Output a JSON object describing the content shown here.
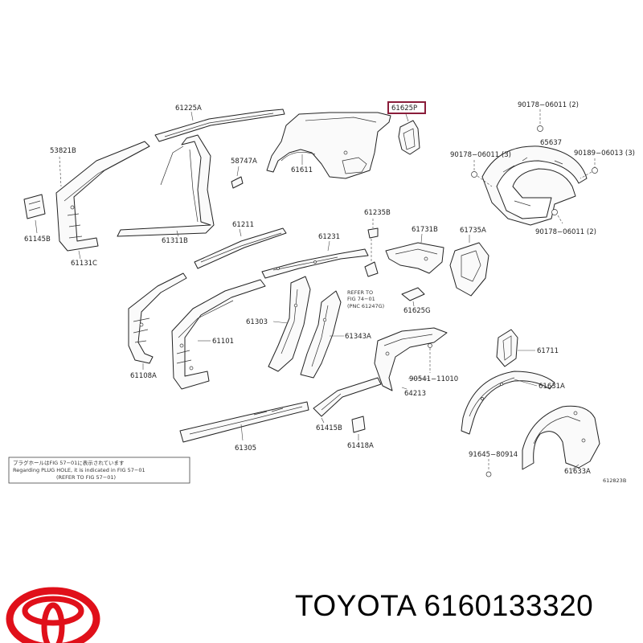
{
  "parts": {
    "p61225A": "61225A",
    "p61625P": "61625P",
    "p90178_2a": "90178−06011 (2)",
    "p53821B": "53821B",
    "p58747A": "58747A",
    "p61611": "61611",
    "p65637": "65637",
    "p90178_3": "90178−06011 (3)",
    "p90189": "90189−06013 (3)",
    "p61145B": "61145B",
    "p61311B": "61311B",
    "p61131C": "61131C",
    "p61211": "61211",
    "p61235B": "61235B",
    "p61231": "61231",
    "p61731B": "61731B",
    "p61735A": "61735A",
    "p90178_2b": "90178−06011 (2)",
    "p61625G": "61625G",
    "p61303": "61303",
    "p61101": "61101",
    "p61343A": "61343A",
    "p61108A": "61108A",
    "p61711": "61711",
    "p90541": "90541−11010",
    "p64213": "64213",
    "p61631A": "61631A",
    "p61305": "61305",
    "p61415B": "61415B",
    "p61418A": "61418A",
    "p91645": "91645−80914",
    "p61633A": "61633A"
  },
  "refer_note": {
    "line1": "REFER TO",
    "line2": "FIG 74−01",
    "line3": "(PNC 61247G)"
  },
  "plug_note": {
    "line1": "プラグホールはFIG 57−01に表示されています",
    "line2": "Regarding PLUG HOLE, it is indicated in FIG 57−01",
    "line3": "(REFER TO FIG 57−01)"
  },
  "figure_code": "612823B",
  "brand": "TOYOTA",
  "part_number": "6160133320",
  "colors": {
    "logo_red": "#e0101a",
    "highlight": "#8a1d3a"
  }
}
